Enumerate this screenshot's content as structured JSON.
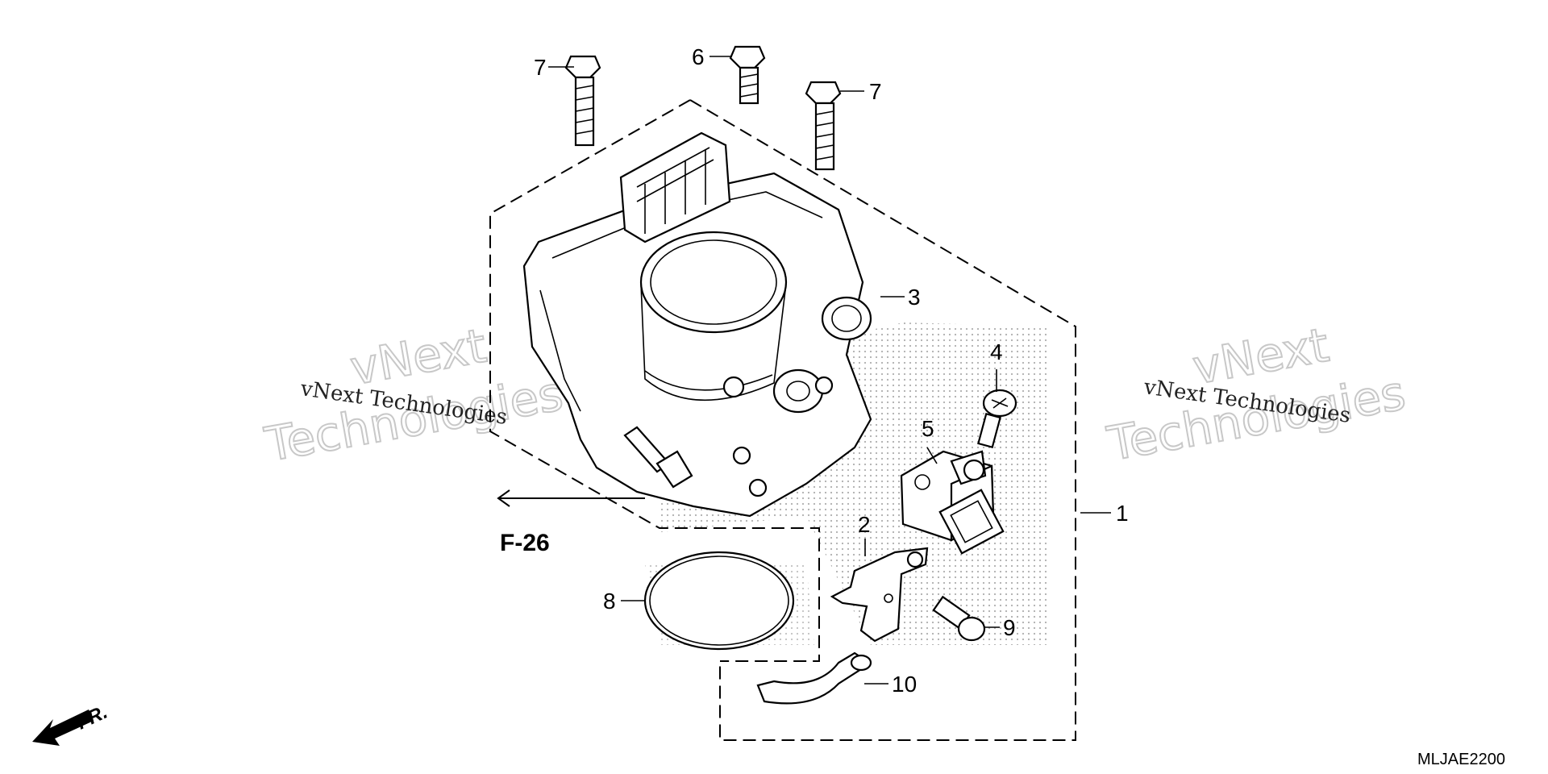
{
  "callouts": [
    {
      "id": "1",
      "label": "1"
    },
    {
      "id": "2",
      "label": "2"
    },
    {
      "id": "3",
      "label": "3"
    },
    {
      "id": "4",
      "label": "4"
    },
    {
      "id": "5",
      "label": "5"
    },
    {
      "id": "6",
      "label": "6"
    },
    {
      "id": "7a",
      "label": "7"
    },
    {
      "id": "7b",
      "label": "7"
    },
    {
      "id": "8",
      "label": "8"
    },
    {
      "id": "9",
      "label": "9"
    },
    {
      "id": "10",
      "label": "10"
    }
  ],
  "reference": "F-26",
  "direction": "FR.",
  "diagram_code": "MLJAE2200",
  "watermarks": [
    {
      "line1": "vNext Technologies",
      "line2": "vNext",
      "line3": "Technologies"
    },
    {
      "line1": "vNext Technologies",
      "line2": "vNext",
      "line3": "Technologies"
    }
  ],
  "parts": {
    "throttle_body_assembly": "throttle-body",
    "sensor": "sensor-unit",
    "bracket": "bracket",
    "o_ring": "o-ring",
    "hose": "hose"
  },
  "colors": {
    "ink": "#000000",
    "watermark": "#c8c8c8",
    "stipple": "#9a9a9a"
  }
}
